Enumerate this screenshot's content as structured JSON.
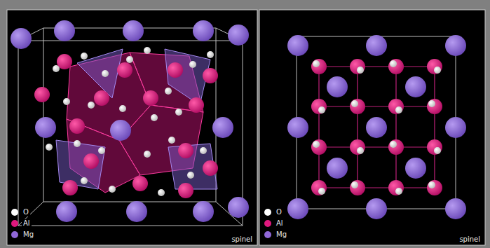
{
  "diagram": {
    "labels": [
      "spinel",
      "spinel"
    ],
    "legend": [
      {
        "text": "O",
        "color": "#ffffff"
      },
      {
        "text": "Al",
        "color": "#e0187e"
      },
      {
        "text": "Mg",
        "color": "#9068d8"
      },
      {
        "text": "O",
        "color": "#ffffff"
      },
      {
        "text": "Al",
        "color": "#e0187e"
      },
      {
        "text": "Mg",
        "color": "#9068d8"
      }
    ]
  }
}
